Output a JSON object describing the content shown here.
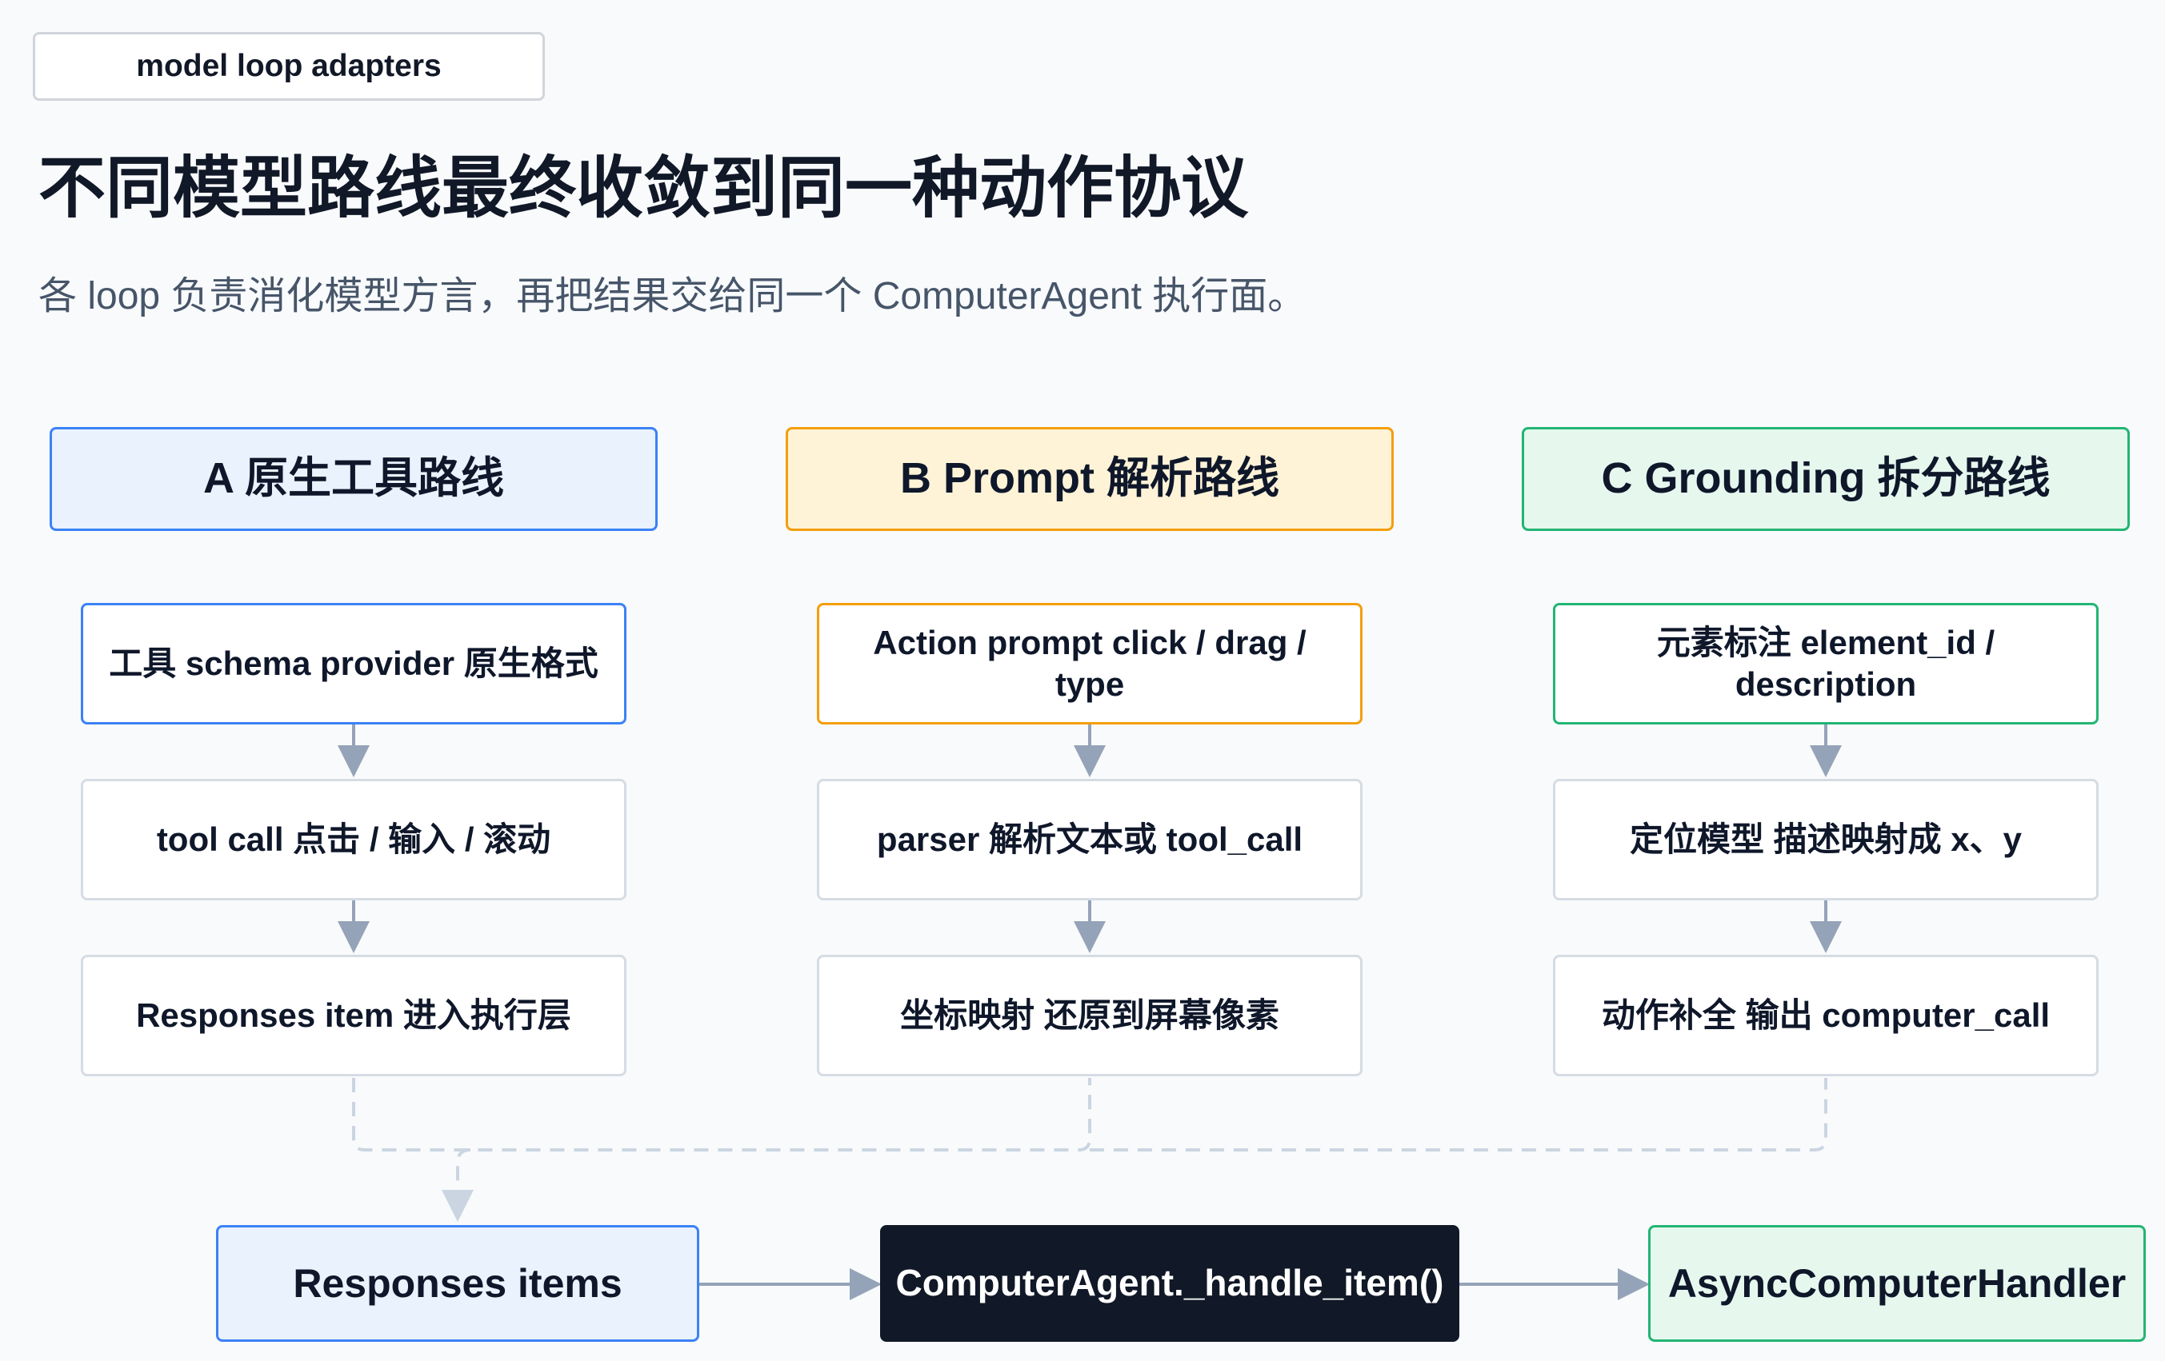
{
  "tag": "model loop adapters",
  "title": "不同模型路线最终收敛到同一种动作协议",
  "subtitle": "各 loop 负责消化模型方言，再把结果交给同一个 ComputerAgent 执行面。",
  "columns": [
    {
      "header": "A 原生工具路线",
      "steps": [
        "工具 schema provider 原生格式",
        "tool call 点击 / 输入 / 滚动",
        "Responses item 进入执行层"
      ]
    },
    {
      "header": "B Prompt 解析路线",
      "steps": [
        "Action prompt click / drag / type",
        "parser 解析文本或 tool_call",
        "坐标映射 还原到屏幕像素"
      ]
    },
    {
      "header": "C Grounding 拆分路线",
      "steps": [
        "元素标注 element_id / description",
        "定位模型 描述映射成 x、y",
        "动作补全 输出 computer_call"
      ]
    }
  ],
  "pipeline": {
    "responses_items": "Responses items",
    "handle_item": "ComputerAgent._handle_item()",
    "handler": "AsyncComputerHandler"
  },
  "colors": {
    "blue": "#3b82f6",
    "orange": "#f59e0b",
    "green": "#22b573",
    "dark": "#111827",
    "arrow": "#94a3b8",
    "dashed": "#cbd5e1"
  }
}
